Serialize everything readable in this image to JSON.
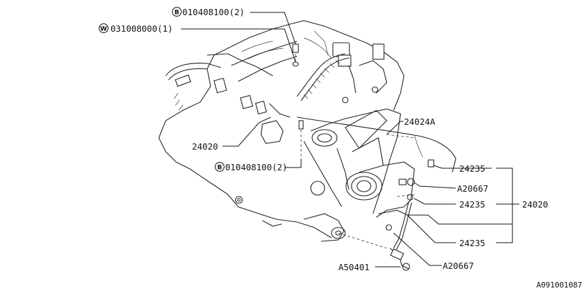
{
  "callouts": {
    "bolt_top": {
      "badge": "B",
      "part": "010408100(2)"
    },
    "washer": {
      "badge": "W",
      "part": "031008000(1)"
    },
    "bolt_mid": {
      "badge": "B",
      "part": "010408100(2)"
    },
    "harness_left": "24020",
    "cover": "24024A",
    "wire_a": "24235",
    "clip_a": "A20667",
    "wire_b": "24235",
    "harness_right": "24020",
    "wire_c": "24235",
    "sensor": "A50401",
    "clip_b": "A20667"
  },
  "footer": {
    "diagram_code": "A091001087"
  }
}
